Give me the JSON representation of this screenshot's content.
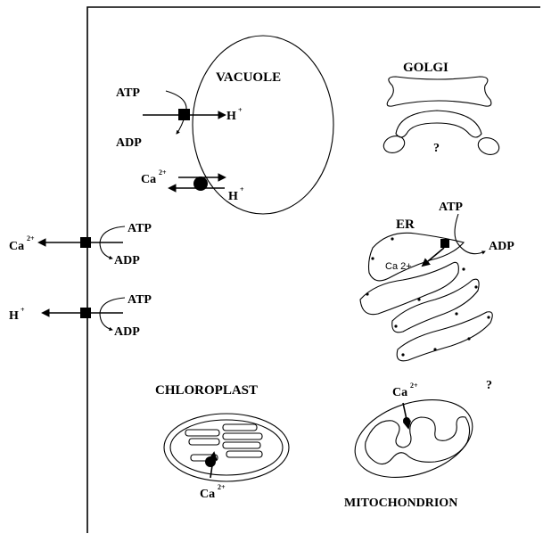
{
  "organelles": {
    "vacuole": "VACUOLE",
    "golgi": "GOLGI",
    "er": "ER",
    "chloroplast": "CHLOROPLAST",
    "mitochondrion": "MITOCHONDRION"
  },
  "labels": {
    "atp": "ATP",
    "adp": "ADP",
    "h": "H",
    "ca": "Ca",
    "plus": "+",
    "two_plus": "2+",
    "er_ca": "Ca 2+",
    "question": "?"
  }
}
